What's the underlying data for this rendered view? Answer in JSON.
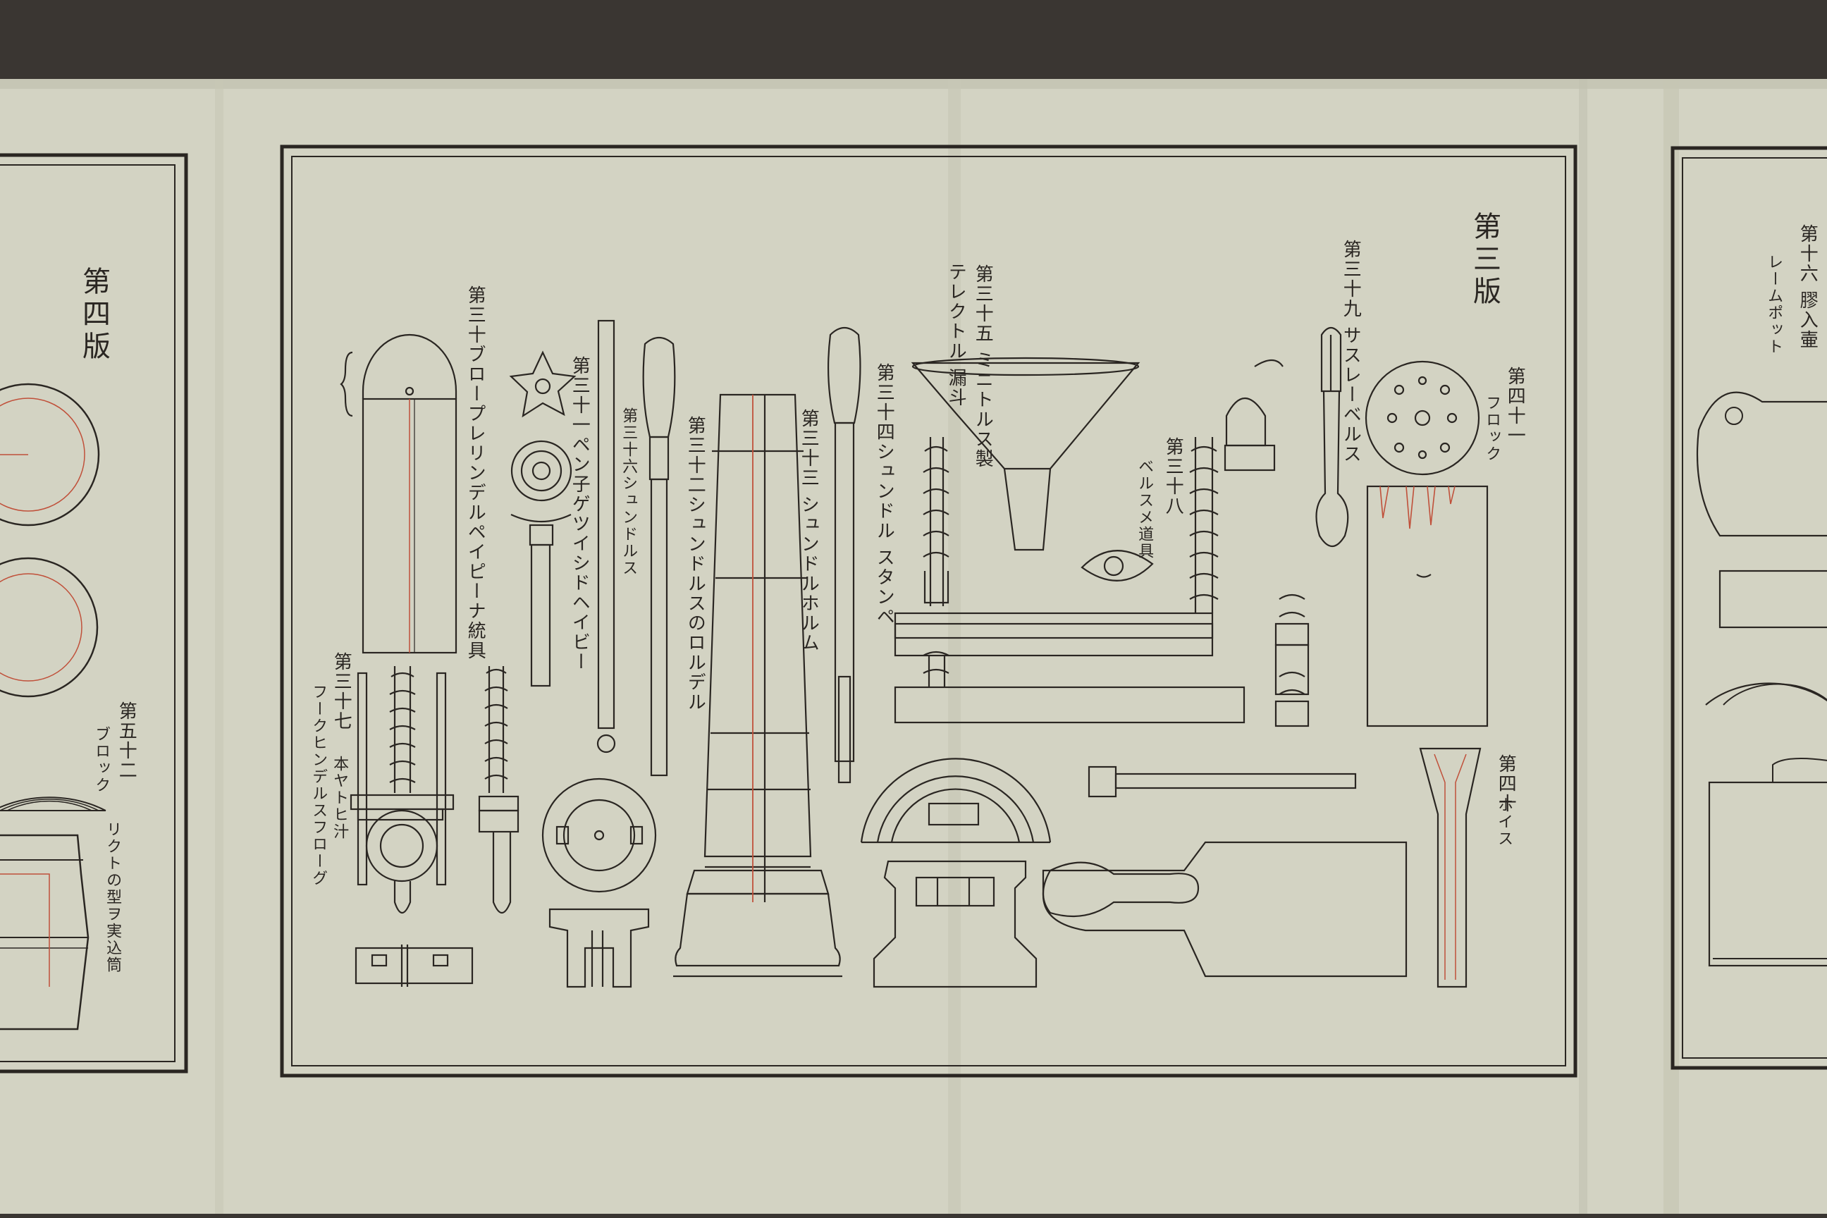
{
  "plates": {
    "left": {
      "plate_no": "第四版"
    },
    "center": {
      "plate_no": "第三版"
    },
    "right": {
      "partial_label_1": "第十六 膠入壷",
      "partial_label_2": "レームポット"
    }
  },
  "labels": {
    "l52": "第五十二",
    "l52_sub": "ブロック",
    "l52_note": "リクトの型ヲ実込筒",
    "l30": "第三十ブロープレリンデルペイピーナ統具",
    "l31": "第三十一ペン子ゲツイシドヘイビー",
    "l36": "第三十六シュンドルス",
    "l32": "第三十二シュンドルスのロルデル",
    "l33": "第三十三 シュンドルホルム",
    "l34": "第三十四シュンドル スタンペ",
    "l35_a": "第三十五 ミニトルス製",
    "l35_b": "テレクトル 漏斗",
    "l37": "第三十七",
    "l37_sub": "フークヒンデルスフローグ",
    "l37_note": "本ヤトヒ汁",
    "l38": "第三十八",
    "l38_sub": "ベルスメ道具",
    "l39": "第三十九 サスレーベルス",
    "l41": "第四十一",
    "l41_sub": "フロック",
    "l40": "第四十",
    "l40_sub": "ホイス"
  },
  "colors": {
    "paper": "#d3d3c3",
    "ink": "#2a2622",
    "red_line": "#c0503a",
    "background": "#3a3632"
  }
}
